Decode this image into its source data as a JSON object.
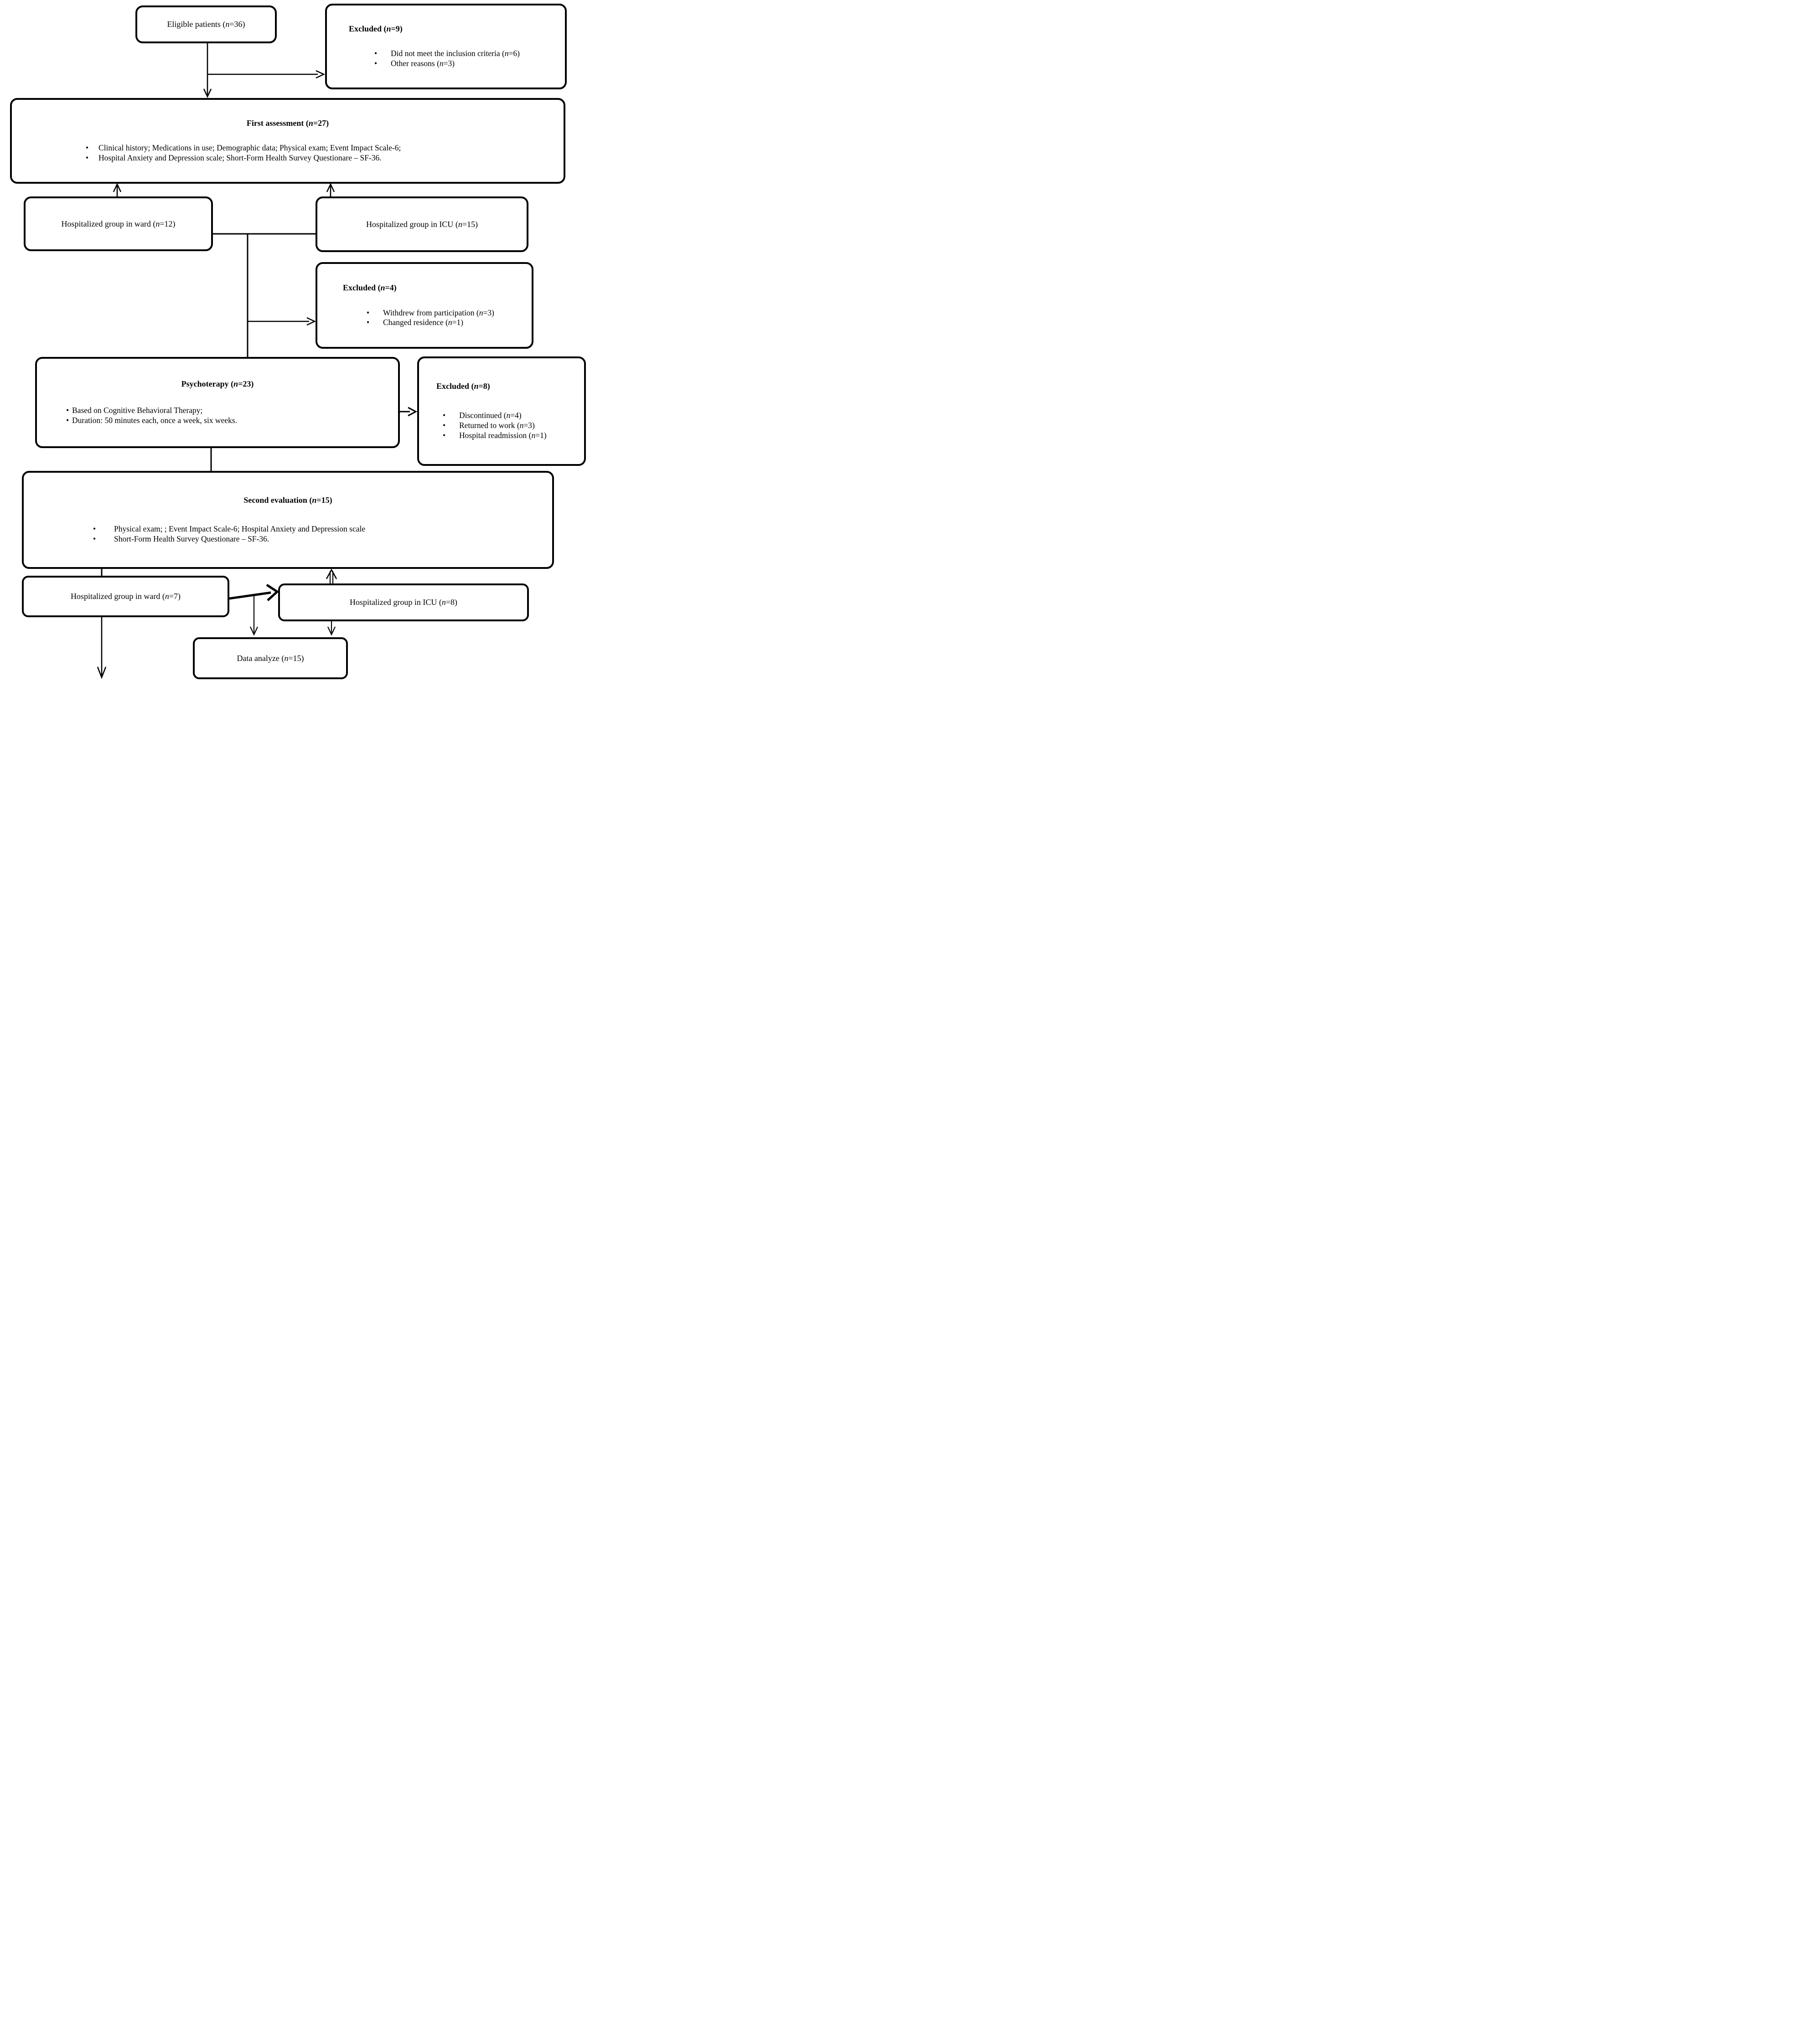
{
  "figure": {
    "background": "#ffffff",
    "line_color": "#000000"
  },
  "boxes": {
    "eligible": {
      "label": "Eligible patients (n=36)"
    },
    "excluded_top": {
      "title": "Excluded (n=9)",
      "bullets": [
        "Did not meet the inclusion criteria (n=6)",
        "Other reasons (n=3)"
      ]
    },
    "first_assessment": {
      "title": "First assessment (n=27)",
      "bullets": [
        "Clinical history; Medications in use; Demographic data; Physical exam; Event Impact Scale-6;",
        "Hospital Anxiety and Depression scale; Short-Form Health Survey Questionare – SF-36."
      ]
    },
    "ward_12": {
      "label": "Hospitalized group in ward (n=12)"
    },
    "icu_15": {
      "label": "Hospitalized group in ICU (n=15)"
    },
    "excluded_mid": {
      "title": "Excluded (n=4)",
      "bullets": [
        "Withdrew from participation (n=3)",
        "Changed residence (n=1)"
      ]
    },
    "psychotherapy": {
      "title": "Psychoterapy (n=23)",
      "bullets": [
        "Based on Cognitive Behavioral Therapy;",
        "Duration: 50 minutes each, once a week, six weeks."
      ]
    },
    "excluded_right": {
      "title": "Excluded (n=8)",
      "bullets": [
        "Discontinued (n=4)",
        "Returned to work (n=3)",
        "Hospital readmission (n=1)"
      ]
    },
    "second_evaluation": {
      "title": "Second evaluation (n=15)",
      "bullets": [
        "Physical exam; ; Event Impact Scale-6; Hospital Anxiety and Depression scale",
        "Short-Form Health Survey Questionare – SF-36."
      ]
    },
    "ward_7": {
      "label": "Hospitalized group in ward (n=7)"
    },
    "icu_8": {
      "label": "Hospitalized group in ICU (n=8)"
    },
    "data_analyze": {
      "label": "Data analyze (n=15)"
    }
  }
}
